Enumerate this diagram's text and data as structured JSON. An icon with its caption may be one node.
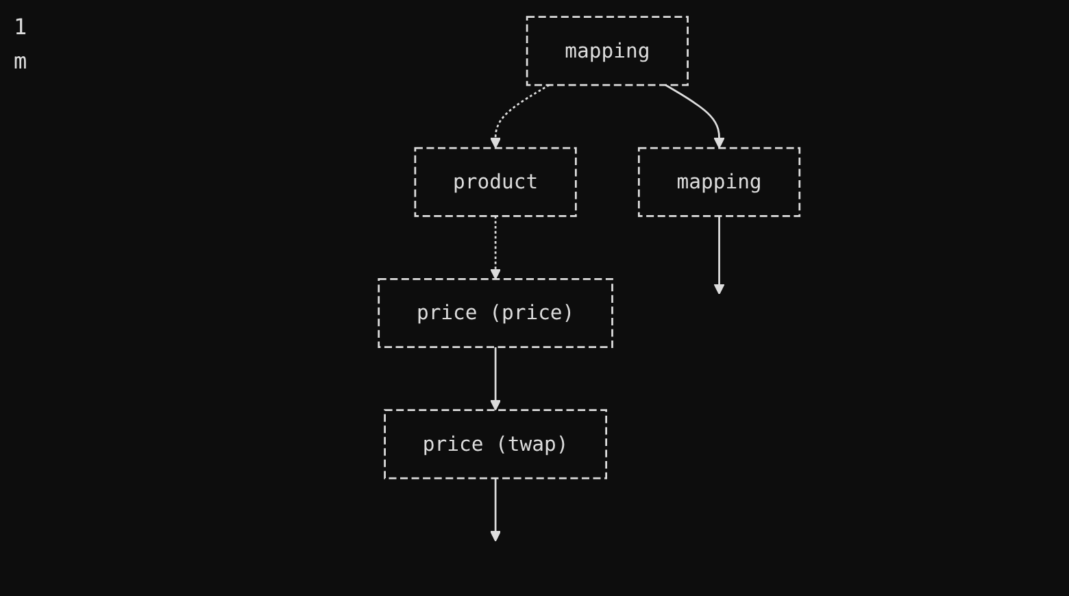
{
  "diagram": {
    "nodes": [
      {
        "text": [
          "mapping"
        ]
      },
      {
        "text": [
          "product"
        ]
      },
      {
        "text": [
          "price (price)"
        ]
      },
      {
        "text": [
          "mapping"
        ]
      },
      {
        "text": [
          "price (twap)"
        ]
      }
    ],
    "edges": [
      {
        "from": 0,
        "to": 1,
        "arrow": "to",
        "style": "dashed"
      },
      {
        "from": 1,
        "to": 2,
        "arrow": "to",
        "style": "dashed"
      },
      {
        "from": 0,
        "to": 3,
        "arrow": "to"
      },
      {
        "from": 2,
        "to": 4,
        "arrow": "to"
      },
      {
        "from": 3,
        "to": null,
        "arrow": "to"
      },
      {
        "from": 4,
        "to": null,
        "arrow": "to"
      }
    ],
    "labels": [
      "1",
      "m"
    ]
  }
}
